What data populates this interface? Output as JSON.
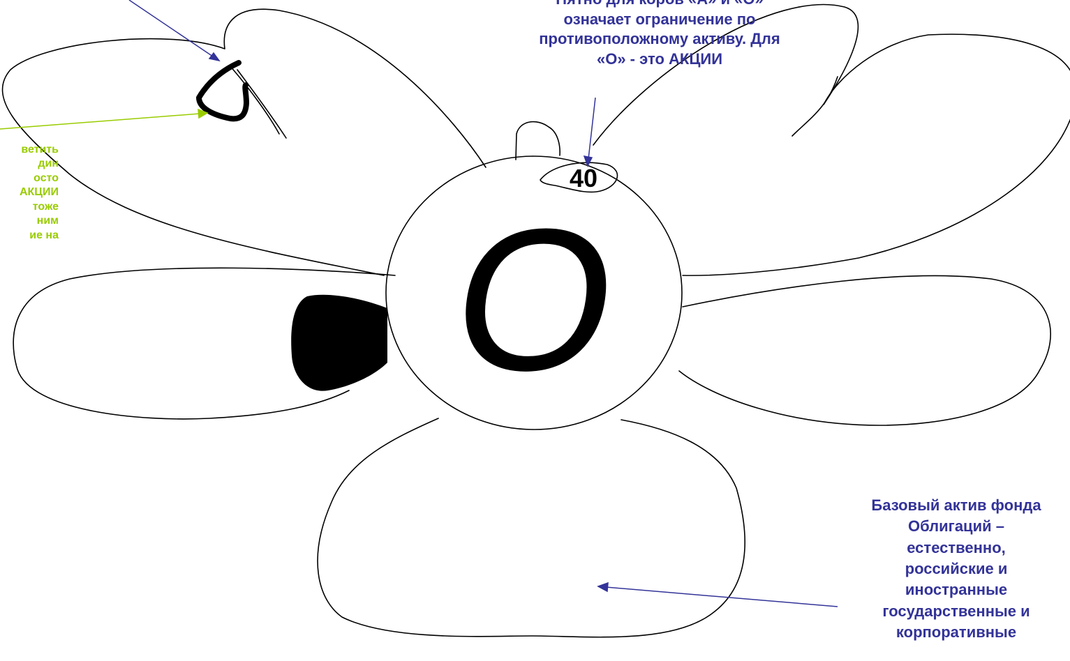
{
  "diagram": {
    "center_letter": "O",
    "badge_number": "40",
    "colors": {
      "outline": "#000000",
      "blue_annotation": "#333399",
      "green_annotation": "#99cc00"
    },
    "notes": {
      "top": [
        "Пятно для коров «А» и «О»",
        "означает ограничение по",
        "противоположному активу. Для",
        "«О» - это АКЦИИ"
      ],
      "green": [
        "ветить",
        "дин",
        "осто",
        "АКЦИИ",
        "тоже",
        " ним",
        "ие на"
      ],
      "base_asset": [
        "Базовый актив фонда",
        "Облигаций –",
        "естественно,",
        "российские и",
        "иностранные",
        "государственные и",
        "корпоративные"
      ]
    }
  }
}
